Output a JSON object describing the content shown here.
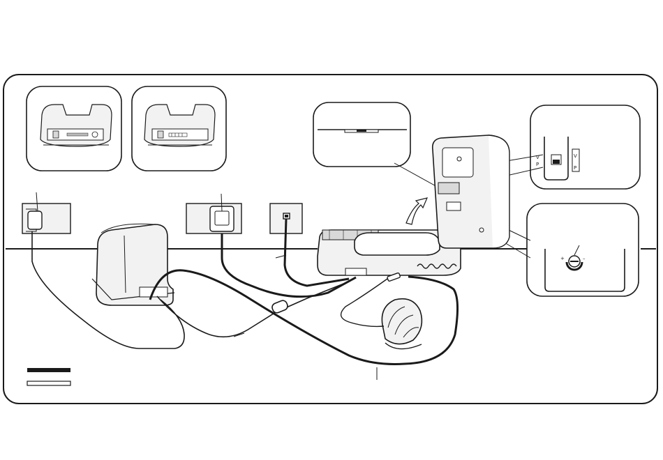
{
  "labels": {
    "switch_v_side": "V",
    "switch_p_side": "P",
    "switch_v_box": "V",
    "switch_p_box": "P",
    "volume_plus": "+",
    "volume_minus": "–"
  },
  "colors": {
    "ink": "#1a1a1a",
    "fill_light": "#f2f2f2",
    "fill_mid": "#d9d9d9",
    "paper": "#ffffff"
  },
  "icons": [
    "power-outlet-icon",
    "power-adapter-icon",
    "phone-jack-icon",
    "telephone-icon",
    "headset-icon",
    "base-station-icon",
    "arrow-icon"
  ]
}
